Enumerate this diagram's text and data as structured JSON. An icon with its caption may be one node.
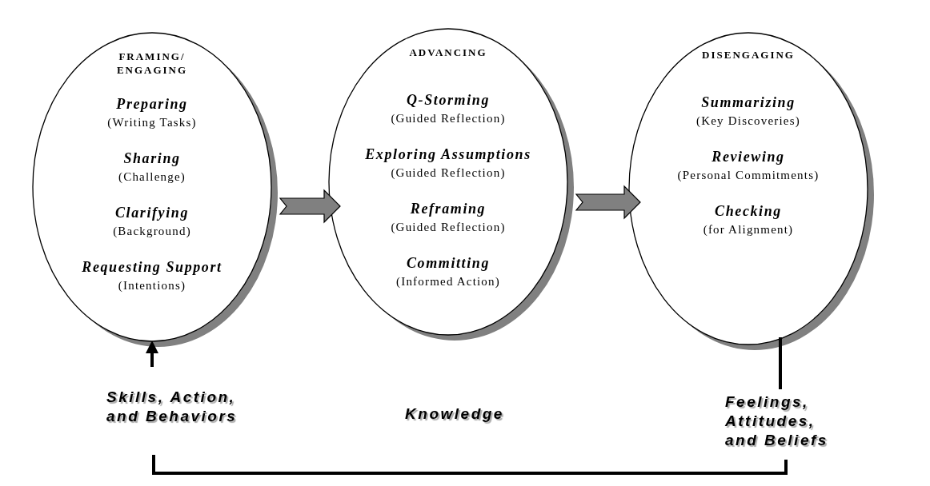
{
  "diagram": {
    "nodes": [
      {
        "text": [
          "FRAMING/ ENGAGING",
          "Preparing",
          "(Writing Tasks)",
          "Sharing",
          "(Challenge)",
          "Clarifying",
          "(Background)",
          "Requesting Support",
          "(Intentions)"
        ]
      },
      {
        "text": [
          "ADVANCING",
          "Q-Storming",
          "(Guided Reflection)",
          "Exploring Assumptions",
          "(Guided Reflection)",
          "Reframing",
          "(Guided Reflection)",
          "Committing",
          "(Informed Action)"
        ]
      },
      {
        "text": [
          "DISENGAGING",
          "Summarizing",
          "(Key Discoveries)",
          "Reviewing",
          "(Personal Commitments)",
          "Checking",
          "(for Alignment)"
        ]
      },
      {
        "text": [
          "Skills, Action, and Behaviors"
        ]
      },
      {
        "text": [
          "Knowledge"
        ]
      },
      {
        "text": [
          "Feelings, Attitudes, and Beliefs"
        ]
      }
    ],
    "edges": [
      {
        "from": 0,
        "to": 1,
        "arrow": "to",
        "color": "#808080"
      },
      {
        "from": 1,
        "to": 2,
        "arrow": "to",
        "color": "#808080"
      },
      {
        "from": 3,
        "to": 0,
        "arrow": "to"
      },
      {
        "from": 2,
        "to": 5,
        "arrow": "none"
      },
      {
        "from": 5,
        "to": 3,
        "arrow": "none"
      }
    ]
  }
}
